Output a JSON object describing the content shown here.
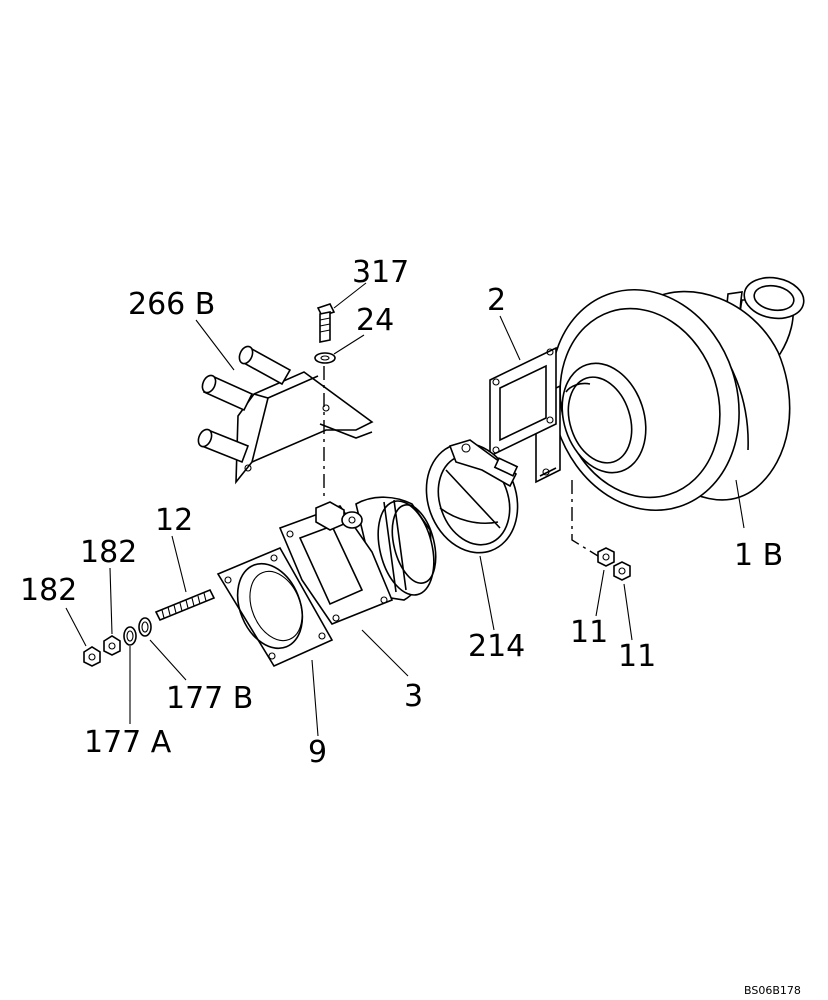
{
  "labels": {
    "p317": "317",
    "p266b": "266 B",
    "p24": "24",
    "p2": "2",
    "p1b": "1 B",
    "p12": "12",
    "p182a": "182",
    "p182b": "182",
    "p177b": "177 B",
    "p177a": "177 A",
    "p9": "9",
    "p3": "3",
    "p214": "214",
    "p11a": "11",
    "p11b": "11"
  },
  "reference_code": "BS06B178"
}
